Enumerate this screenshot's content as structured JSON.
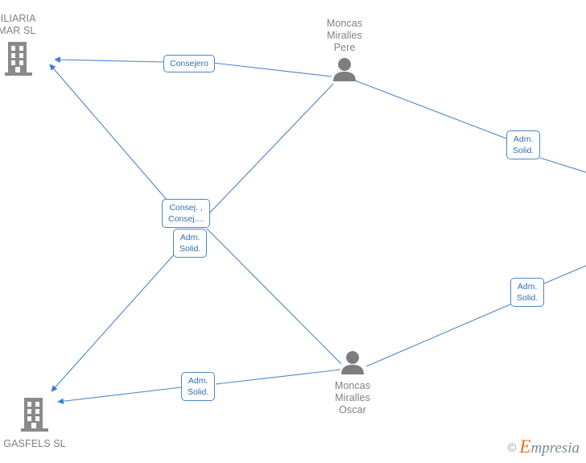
{
  "diagram": {
    "type": "relationship-network",
    "background": "#ffffff",
    "edge_color": "#4a86c8",
    "node_icon_color": "#808080",
    "label_text_color": "#2f6fb5",
    "node_label_color": "#808080",
    "nodes": [
      {
        "id": "inmobiliaria",
        "icon": "building-icon",
        "kind": "company",
        "label": "MOBILIARIA\nNTEMAR  SL"
      },
      {
        "id": "gasfels",
        "icon": "building-icon",
        "kind": "company",
        "label": "GASFELS SL"
      },
      {
        "id": "pere",
        "icon": "person-icon",
        "kind": "person",
        "label": "Moncas\nMiralles\nPere"
      },
      {
        "id": "oscar",
        "icon": "person-icon",
        "kind": "person",
        "label": "Moncas\nMiralles\nOscar"
      }
    ],
    "edge_labels": [
      {
        "id": "consejero",
        "text": "Consejero"
      },
      {
        "id": "adm-solid-1",
        "text": "Adm.\nSolid."
      },
      {
        "id": "consej-multi",
        "text": "Consej. ,\nConsej...."
      },
      {
        "id": "adm-solid-2",
        "text": "Adm.\nSolid."
      },
      {
        "id": "adm-solid-3",
        "text": "Adm.\nSolid."
      },
      {
        "id": "adm-solid-4",
        "text": "Adm.\nSolid."
      }
    ]
  },
  "watermark": {
    "copyright": "©",
    "brand_first_letter": "E",
    "brand_rest": "mpresia",
    "brand_color": "#e8721c"
  }
}
